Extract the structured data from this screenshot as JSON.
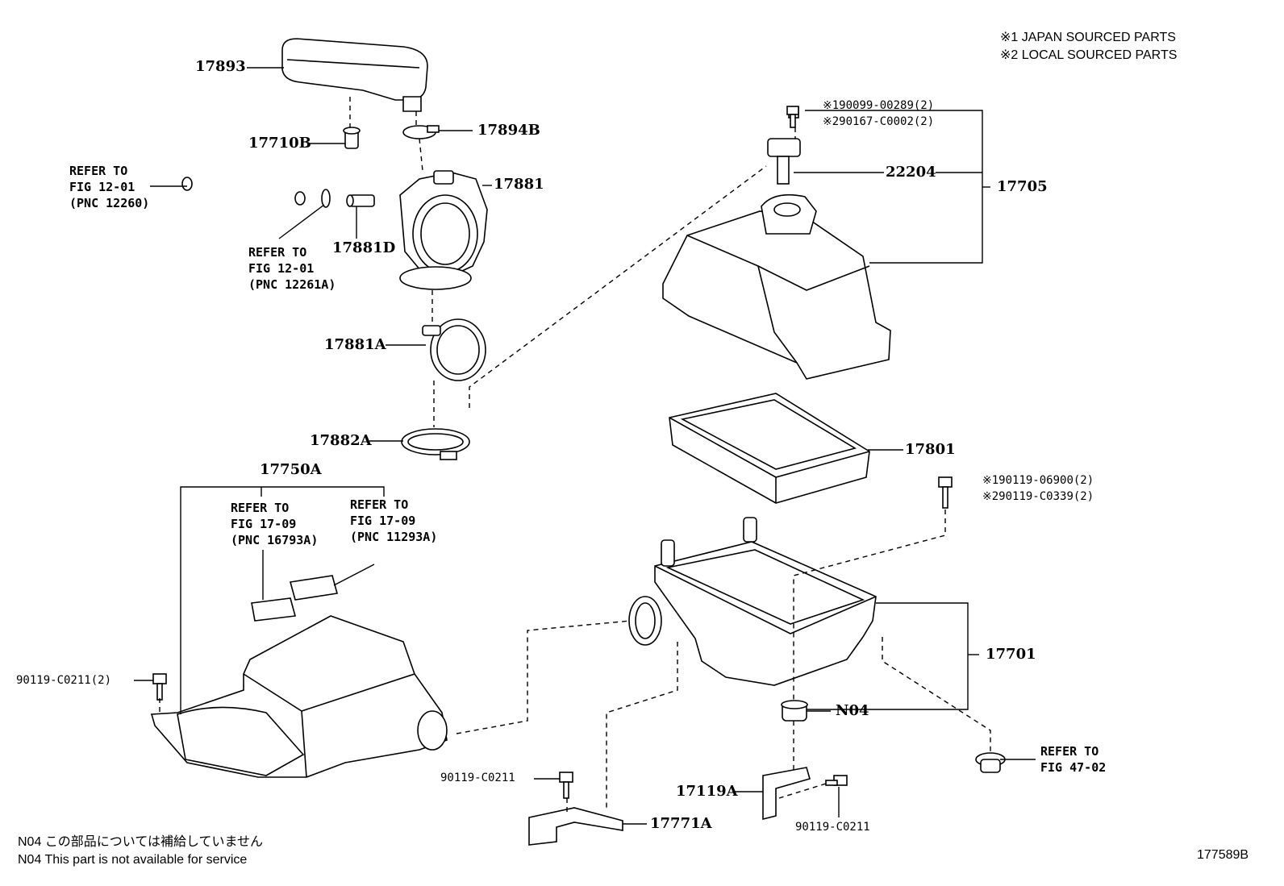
{
  "notes": {
    "japan": "※1 JAPAN SOURCED PARTS",
    "local": "※2 LOCAL SOURCED PARTS"
  },
  "footer": {
    "n04_jp": "N04  この部品については補給していません",
    "n04_en": "N04  This part is not available for service",
    "figure_id": "177589B"
  },
  "labels": {
    "p17893": "17893",
    "p17710B": "17710B",
    "p17894B": "17894B",
    "p17881": "17881",
    "p17881D": "17881D",
    "p17881A": "17881A",
    "p17882A": "17882A",
    "p17750A": "17750A",
    "p22204": "22204",
    "p17705": "17705",
    "p17801": "17801",
    "p17701": "17701",
    "pN04": "N04",
    "p17119A": "17119A",
    "p17771A": "17771A",
    "bolt_a": "90119-C0211(2)",
    "bolt_b": "90119-C0211",
    "bolt_c": "90119-C0211",
    "sensor_bolt_1": "※190099-00289(2)",
    "sensor_bolt_2": "※290167-C0002(2)",
    "case_bolt_1": "※190119-06900(2)",
    "case_bolt_2": "※290119-C0339(2)"
  },
  "refs": {
    "hose": [
      "REFER TO",
      "FIG 12-01",
      "(PNC 12260)"
    ],
    "vent": [
      "REFER TO",
      "FIG 12-01",
      "(PNC 12261A)"
    ],
    "duct_left": [
      "REFER TO",
      "FIG 17-09",
      "(PNC 16793A)"
    ],
    "duct_right": [
      "REFER TO",
      "FIG 17-09",
      "(PNC 11293A)"
    ],
    "grommet": [
      "REFER TO",
      "FIG 47-02"
    ]
  }
}
